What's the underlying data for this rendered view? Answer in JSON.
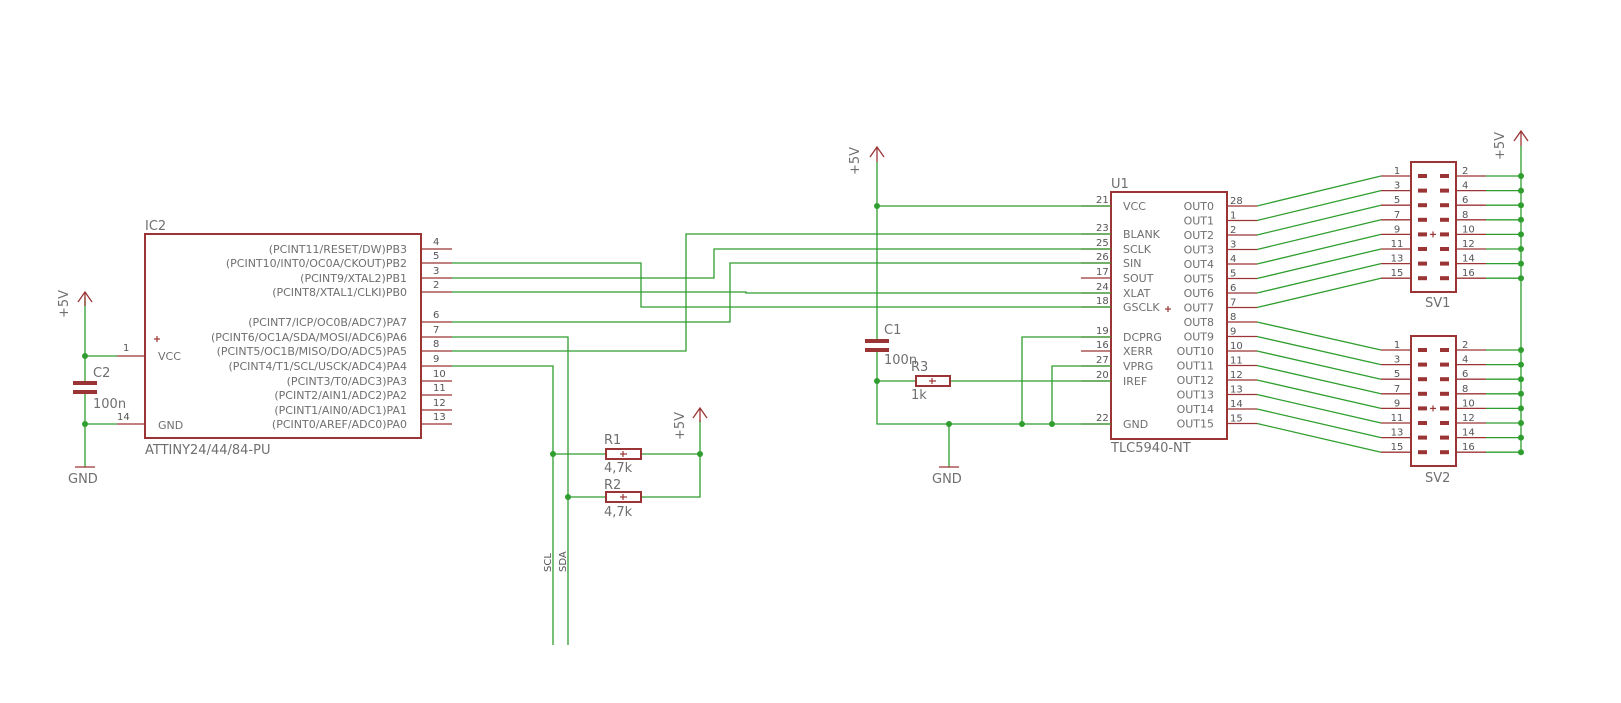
{
  "ic2": {
    "ref": "IC2",
    "value": "ATTINY24/44/84-PU",
    "right_pins": [
      {
        "num": "4",
        "name": "(PCINT11/RESET/DW)PB3"
      },
      {
        "num": "5",
        "name": "(PCINT10/INT0/OC0A/CKOUT)PB2"
      },
      {
        "num": "3",
        "name": "(PCINT9/XTAL2)PB1"
      },
      {
        "num": "2",
        "name": "(PCINT8/XTAL1/CLKI)PB0"
      },
      {
        "num": "6",
        "name": "(PCINT7/ICP/OC0B/ADC7)PA7"
      },
      {
        "num": "7",
        "name": "(PCINT6/OC1A/SDA/MOSI/ADC6)PA6"
      },
      {
        "num": "8",
        "name": "(PCINT5/OC1B/MISO/DO/ADC5)PA5"
      },
      {
        "num": "9",
        "name": "(PCINT4/T1/SCL/USCK/ADC4)PA4"
      },
      {
        "num": "10",
        "name": "(PCINT3/T0/ADC3)PA3"
      },
      {
        "num": "11",
        "name": "(PCINT2/AIN1/ADC2)PA2"
      },
      {
        "num": "12",
        "name": "(PCINT1/AIN0/ADC1)PA1"
      },
      {
        "num": "13",
        "name": "(PCINT0/AREF/ADC0)PA0"
      }
    ],
    "left_pins": [
      {
        "num": "1",
        "name": "VCC"
      },
      {
        "num": "14",
        "name": "GND"
      }
    ]
  },
  "u1": {
    "ref": "U1",
    "value": "TLC5940-NT",
    "left_pins": [
      {
        "num": "21",
        "name": "VCC"
      },
      {
        "num": "23",
        "name": "BLANK"
      },
      {
        "num": "25",
        "name": "SCLK"
      },
      {
        "num": "26",
        "name": "SIN"
      },
      {
        "num": "17",
        "name": "SOUT"
      },
      {
        "num": "24",
        "name": "XLAT"
      },
      {
        "num": "18",
        "name": "GSCLK"
      },
      {
        "num": "19",
        "name": "DCPRG"
      },
      {
        "num": "16",
        "name": "XERR"
      },
      {
        "num": "27",
        "name": "VPRG"
      },
      {
        "num": "20",
        "name": "IREF"
      },
      {
        "num": "22",
        "name": "GND"
      }
    ],
    "right_pins": [
      {
        "num": "28",
        "name": "OUT0"
      },
      {
        "num": "1",
        "name": "OUT1"
      },
      {
        "num": "2",
        "name": "OUT2"
      },
      {
        "num": "3",
        "name": "OUT3"
      },
      {
        "num": "4",
        "name": "OUT4"
      },
      {
        "num": "5",
        "name": "OUT5"
      },
      {
        "num": "6",
        "name": "OUT6"
      },
      {
        "num": "7",
        "name": "OUT7"
      },
      {
        "num": "8",
        "name": "OUT8"
      },
      {
        "num": "9",
        "name": "OUT9"
      },
      {
        "num": "10",
        "name": "OUT10"
      },
      {
        "num": "11",
        "name": "OUT11"
      },
      {
        "num": "12",
        "name": "OUT12"
      },
      {
        "num": "13",
        "name": "OUT13"
      },
      {
        "num": "14",
        "name": "OUT14"
      },
      {
        "num": "15",
        "name": "OUT15"
      }
    ]
  },
  "sv1": {
    "ref": "SV1",
    "odd": [
      "1",
      "3",
      "5",
      "7",
      "9",
      "11",
      "13",
      "15"
    ],
    "even": [
      "2",
      "4",
      "6",
      "8",
      "10",
      "12",
      "14",
      "16"
    ]
  },
  "sv2": {
    "ref": "SV2",
    "odd": [
      "1",
      "3",
      "5",
      "7",
      "9",
      "11",
      "13",
      "15"
    ],
    "even": [
      "2",
      "4",
      "6",
      "8",
      "10",
      "12",
      "14",
      "16"
    ]
  },
  "caps": {
    "c1": {
      "ref": "C1",
      "value": "100n"
    },
    "c2": {
      "ref": "C2",
      "value": "100n"
    }
  },
  "resistors": {
    "r1": {
      "ref": "R1",
      "value": "4,7k"
    },
    "r2": {
      "ref": "R2",
      "value": "4,7k"
    },
    "r3": {
      "ref": "R3",
      "value": "1k"
    }
  },
  "power": {
    "p5v_1": "+5V",
    "p5v_2": "+5V",
    "p5v_3": "+5V",
    "p5v_4": "+5V",
    "gnd_1": "GND",
    "gnd_2": "GND"
  },
  "nets": {
    "scl": "SCL",
    "sda": "SDA"
  },
  "colors": {
    "wire": "#2f9e2f",
    "symbol": "#9b3535",
    "text": "#6f6f6f"
  }
}
